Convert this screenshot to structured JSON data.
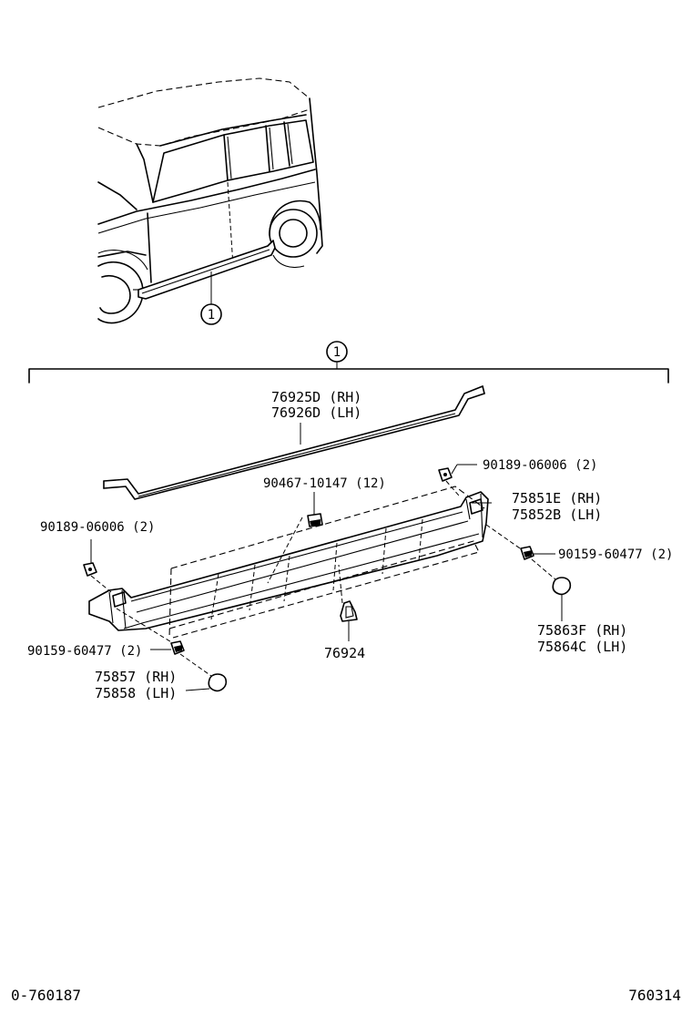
{
  "callouts": {
    "vehicle_ref": "1",
    "assembly_ref": "1"
  },
  "labels": {
    "wire_rh": "76925D (RH)",
    "wire_lh": "76926D (LH)",
    "clip_top": "90467-10147 (12)",
    "nut_upper_right": "90189-06006 (2)",
    "nut_upper_left": "90189-06006 (2)",
    "rocker_rh": "75851E (RH)",
    "rocker_lh": "75852B (LH)",
    "screw_right": "90159-60477 (2)",
    "screw_left": "90159-60477 (2)",
    "cap_right_rh": "75863F (RH)",
    "cap_right_lh": "75864C (LH)",
    "clip_center": "76924",
    "cap_left_rh": "75857 (RH)",
    "cap_left_lh": "75858 (LH)"
  },
  "footer": {
    "left_code": "0-760187",
    "right_code": "760314"
  }
}
